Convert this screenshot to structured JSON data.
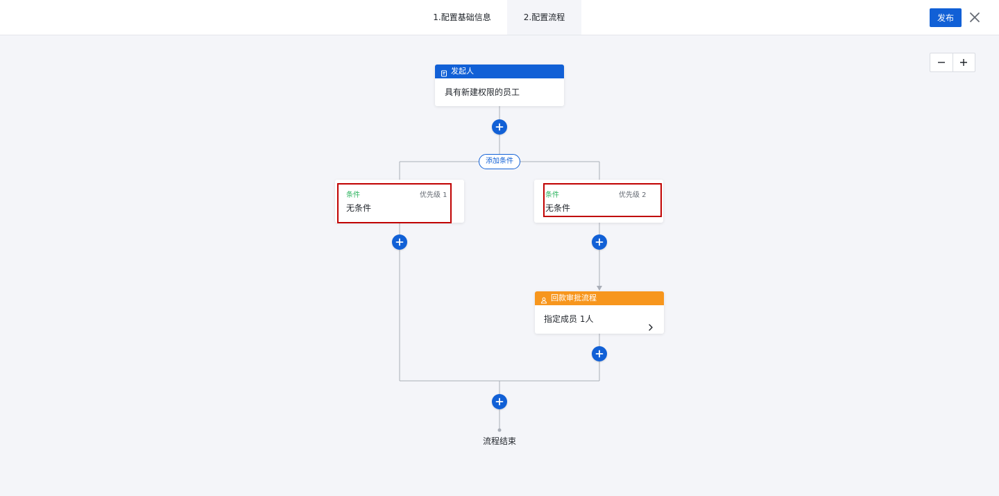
{
  "header": {
    "steps": [
      {
        "label": "1.配置基础信息"
      },
      {
        "label": "2.配置流程"
      }
    ],
    "publish_label": "发布"
  },
  "zoom": {
    "out_icon": "minus-icon",
    "in_icon": "plus-icon"
  },
  "flow": {
    "start_node": {
      "title": "发起人",
      "body": "具有新建权限的员工",
      "icon": "form-icon",
      "color": "#1160d6"
    },
    "add_condition_label": "添加条件",
    "conditions": [
      {
        "title": "条件",
        "priority": "优先级 1",
        "value": "无条件"
      },
      {
        "title": "条件",
        "priority": "优先级 2",
        "value": "无条件"
      }
    ],
    "approval_node": {
      "title": "回款审批流程",
      "body": "指定成员 1人",
      "icon": "user-icon",
      "color": "#f7961d"
    },
    "end_label": "流程结束"
  },
  "colors": {
    "accent": "#1160d6",
    "condition_green": "#2bb35d",
    "highlight_red": "#c00000",
    "approval_orange": "#f7961d"
  }
}
